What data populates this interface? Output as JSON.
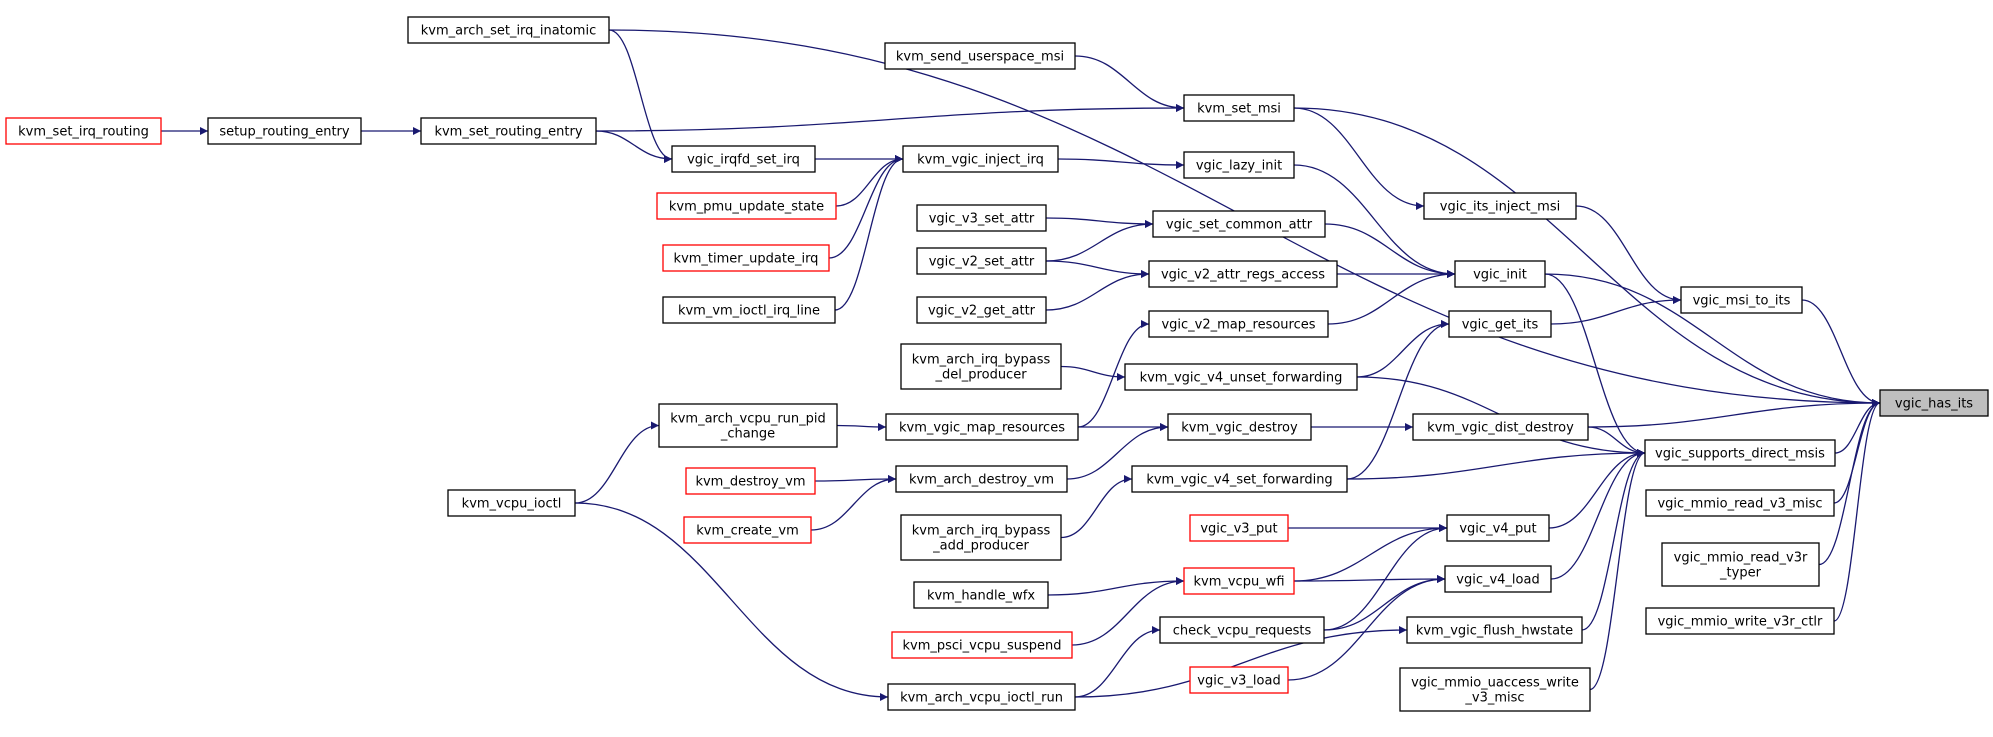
{
  "colors": {
    "edge": "#191970",
    "node_border": "#000000",
    "truncated_node_border": "#ff0000",
    "selected_node_fill": "#bfbfbf",
    "background": "#ffffff"
  },
  "nodes": {
    "n_kvm_arch_set_irq_inatomic": {
      "lines": [
        "kvm_arch_set_irq_inatomic"
      ],
      "style": "normal"
    },
    "n_kvm_send_userspace_msi": {
      "lines": [
        "kvm_send_userspace_msi"
      ],
      "style": "normal"
    },
    "n_kvm_set_msi": {
      "lines": [
        "kvm_set_msi"
      ],
      "style": "normal"
    },
    "n_kvm_set_irq_routing": {
      "lines": [
        "kvm_set_irq_routing"
      ],
      "style": "red"
    },
    "n_setup_routing_entry": {
      "lines": [
        "setup_routing_entry"
      ],
      "style": "normal"
    },
    "n_kvm_set_routing_entry": {
      "lines": [
        "kvm_set_routing_entry"
      ],
      "style": "normal"
    },
    "n_vgic_irqfd_set_irq": {
      "lines": [
        "vgic_irqfd_set_irq"
      ],
      "style": "normal"
    },
    "n_kvm_vgic_inject_irq": {
      "lines": [
        "kvm_vgic_inject_irq"
      ],
      "style": "normal"
    },
    "n_vgic_lazy_init": {
      "lines": [
        "vgic_lazy_init"
      ],
      "style": "normal"
    },
    "n_vgic_its_inject_msi": {
      "lines": [
        "vgic_its_inject_msi"
      ],
      "style": "normal"
    },
    "n_kvm_pmu_update_state": {
      "lines": [
        "kvm_pmu_update_state"
      ],
      "style": "red"
    },
    "n_vgic_v3_set_attr": {
      "lines": [
        "vgic_v3_set_attr"
      ],
      "style": "normal"
    },
    "n_vgic_set_common_attr": {
      "lines": [
        "vgic_set_common_attr"
      ],
      "style": "normal"
    },
    "n_kvm_timer_update_irq": {
      "lines": [
        "kvm_timer_update_irq"
      ],
      "style": "red"
    },
    "n_vgic_v2_set_attr": {
      "lines": [
        "vgic_v2_set_attr"
      ],
      "style": "normal"
    },
    "n_vgic_v2_attr_regs_access": {
      "lines": [
        "vgic_v2_attr_regs_access"
      ],
      "style": "normal"
    },
    "n_vgic_init": {
      "lines": [
        "vgic_init"
      ],
      "style": "normal"
    },
    "n_vgic_msi_to_its": {
      "lines": [
        "vgic_msi_to_its"
      ],
      "style": "normal"
    },
    "n_kvm_vm_ioctl_irq_line": {
      "lines": [
        "kvm_vm_ioctl_irq_line"
      ],
      "style": "normal"
    },
    "n_vgic_v2_get_attr": {
      "lines": [
        "vgic_v2_get_attr"
      ],
      "style": "normal"
    },
    "n_vgic_v2_map_resources": {
      "lines": [
        "vgic_v2_map_resources"
      ],
      "style": "normal"
    },
    "n_vgic_get_its": {
      "lines": [
        "vgic_get_its"
      ],
      "style": "normal"
    },
    "n_kvm_arch_irq_bypass_del_producer": {
      "lines": [
        "kvm_arch_irq_bypass",
        "_del_producer"
      ],
      "style": "normal"
    },
    "n_kvm_vgic_v4_unset_forwarding": {
      "lines": [
        "kvm_vgic_v4_unset_forwarding"
      ],
      "style": "normal"
    },
    "n_vgic_has_its": {
      "lines": [
        "vgic_has_its"
      ],
      "style": "selected"
    },
    "n_kvm_arch_vcpu_run_pid_change": {
      "lines": [
        "kvm_arch_vcpu_run_pid",
        "_change"
      ],
      "style": "normal"
    },
    "n_kvm_vgic_map_resources": {
      "lines": [
        "kvm_vgic_map_resources"
      ],
      "style": "normal"
    },
    "n_kvm_vgic_destroy": {
      "lines": [
        "kvm_vgic_destroy"
      ],
      "style": "normal"
    },
    "n_kvm_vgic_dist_destroy": {
      "lines": [
        "kvm_vgic_dist_destroy"
      ],
      "style": "normal"
    },
    "n_vgic_supports_direct_msis": {
      "lines": [
        "vgic_supports_direct_msis"
      ],
      "style": "normal"
    },
    "n_kvm_destroy_vm": {
      "lines": [
        "kvm_destroy_vm"
      ],
      "style": "red"
    },
    "n_kvm_arch_destroy_vm": {
      "lines": [
        "kvm_arch_destroy_vm"
      ],
      "style": "normal"
    },
    "n_kvm_vgic_v4_set_forwarding": {
      "lines": [
        "kvm_vgic_v4_set_forwarding"
      ],
      "style": "normal"
    },
    "n_kvm_vcpu_ioctl": {
      "lines": [
        "kvm_vcpu_ioctl"
      ],
      "style": "normal"
    },
    "n_vgic_mmio_read_v3_misc": {
      "lines": [
        "vgic_mmio_read_v3_misc"
      ],
      "style": "normal"
    },
    "n_kvm_create_vm": {
      "lines": [
        "kvm_create_vm"
      ],
      "style": "red"
    },
    "n_kvm_arch_irq_bypass_add_producer": {
      "lines": [
        "kvm_arch_irq_bypass",
        "_add_producer"
      ],
      "style": "normal"
    },
    "n_vgic_v3_put": {
      "lines": [
        "vgic_v3_put"
      ],
      "style": "red"
    },
    "n_vgic_v4_put": {
      "lines": [
        "vgic_v4_put"
      ],
      "style": "normal"
    },
    "n_vgic_mmio_read_v3r_typer": {
      "lines": [
        "vgic_mmio_read_v3r",
        "_typer"
      ],
      "style": "normal"
    },
    "n_kvm_handle_wfx": {
      "lines": [
        "kvm_handle_wfx"
      ],
      "style": "normal"
    },
    "n_kvm_vcpu_wfi": {
      "lines": [
        "kvm_vcpu_wfi"
      ],
      "style": "red"
    },
    "n_vgic_v4_load": {
      "lines": [
        "vgic_v4_load"
      ],
      "style": "normal"
    },
    "n_vgic_mmio_write_v3r_ctlr": {
      "lines": [
        "vgic_mmio_write_v3r_ctlr"
      ],
      "style": "normal"
    },
    "n_check_vcpu_requests": {
      "lines": [
        "check_vcpu_requests"
      ],
      "style": "normal"
    },
    "n_kvm_vgic_flush_hwstate": {
      "lines": [
        "kvm_vgic_flush_hwstate"
      ],
      "style": "normal"
    },
    "n_kvm_psci_vcpu_suspend": {
      "lines": [
        "kvm_psci_vcpu_suspend"
      ],
      "style": "red"
    },
    "n_vgic_v3_load": {
      "lines": [
        "vgic_v3_load"
      ],
      "style": "red"
    },
    "n_vgic_mmio_uaccess_write_v3_misc": {
      "lines": [
        "vgic_mmio_uaccess_write",
        "_v3_misc"
      ],
      "style": "normal"
    },
    "n_kvm_arch_vcpu_ioctl_run": {
      "lines": [
        "kvm_arch_vcpu_ioctl_run"
      ],
      "style": "normal"
    }
  },
  "edges": [
    [
      "n_kvm_set_irq_routing",
      "n_setup_routing_entry"
    ],
    [
      "n_setup_routing_entry",
      "n_kvm_set_routing_entry"
    ],
    [
      "n_kvm_set_routing_entry",
      "n_vgic_irqfd_set_irq"
    ],
    [
      "n_kvm_arch_set_irq_inatomic",
      "n_vgic_irqfd_set_irq"
    ],
    [
      "n_kvm_arch_set_irq_inatomic",
      "n_vgic_has_its"
    ],
    [
      "n_kvm_send_userspace_msi",
      "n_kvm_set_msi"
    ],
    [
      "n_kvm_set_routing_entry",
      "n_kvm_set_msi"
    ],
    [
      "n_kvm_set_msi",
      "n_vgic_its_inject_msi"
    ],
    [
      "n_kvm_set_msi",
      "n_vgic_has_its"
    ],
    [
      "n_vgic_irqfd_set_irq",
      "n_kvm_vgic_inject_irq"
    ],
    [
      "n_kvm_pmu_update_state",
      "n_kvm_vgic_inject_irq"
    ],
    [
      "n_kvm_timer_update_irq",
      "n_kvm_vgic_inject_irq"
    ],
    [
      "n_kvm_vm_ioctl_irq_line",
      "n_kvm_vgic_inject_irq"
    ],
    [
      "n_kvm_vgic_inject_irq",
      "n_vgic_lazy_init"
    ],
    [
      "n_vgic_lazy_init",
      "n_vgic_init"
    ],
    [
      "n_vgic_v3_set_attr",
      "n_vgic_set_common_attr"
    ],
    [
      "n_vgic_v2_set_attr",
      "n_vgic_set_common_attr"
    ],
    [
      "n_vgic_v2_set_attr",
      "n_vgic_v2_attr_regs_access"
    ],
    [
      "n_vgic_v2_get_attr",
      "n_vgic_v2_attr_regs_access"
    ],
    [
      "n_vgic_set_common_attr",
      "n_vgic_init"
    ],
    [
      "n_vgic_v2_attr_regs_access",
      "n_vgic_init"
    ],
    [
      "n_vgic_v2_map_resources",
      "n_vgic_init"
    ],
    [
      "n_vgic_its_inject_msi",
      "n_vgic_msi_to_its"
    ],
    [
      "n_vgic_get_its",
      "n_vgic_msi_to_its"
    ],
    [
      "n_vgic_msi_to_its",
      "n_vgic_has_its"
    ],
    [
      "n_vgic_init",
      "n_vgic_has_its"
    ],
    [
      "n_vgic_init",
      "n_vgic_supports_direct_msis"
    ],
    [
      "n_kvm_vgic_v4_unset_forwarding",
      "n_vgic_get_its"
    ],
    [
      "n_kvm_vgic_v4_set_forwarding",
      "n_vgic_get_its"
    ],
    [
      "n_kvm_arch_irq_bypass_del_producer",
      "n_kvm_vgic_v4_unset_forwarding"
    ],
    [
      "n_kvm_arch_irq_bypass_add_producer",
      "n_kvm_vgic_v4_set_forwarding"
    ],
    [
      "n_kvm_vgic_v4_unset_forwarding",
      "n_vgic_supports_direct_msis"
    ],
    [
      "n_kvm_vgic_v4_set_forwarding",
      "n_vgic_supports_direct_msis"
    ],
    [
      "n_kvm_vcpu_ioctl",
      "n_kvm_arch_vcpu_run_pid_change"
    ],
    [
      "n_kvm_vcpu_ioctl",
      "n_kvm_arch_vcpu_ioctl_run"
    ],
    [
      "n_kvm_arch_vcpu_run_pid_change",
      "n_kvm_vgic_map_resources"
    ],
    [
      "n_kvm_vgic_map_resources",
      "n_vgic_v2_map_resources"
    ],
    [
      "n_kvm_vgic_map_resources",
      "n_kvm_vgic_destroy"
    ],
    [
      "n_kvm_destroy_vm",
      "n_kvm_arch_destroy_vm"
    ],
    [
      "n_kvm_create_vm",
      "n_kvm_arch_destroy_vm"
    ],
    [
      "n_kvm_arch_destroy_vm",
      "n_kvm_vgic_destroy"
    ],
    [
      "n_kvm_vgic_destroy",
      "n_kvm_vgic_dist_destroy"
    ],
    [
      "n_kvm_vgic_dist_destroy",
      "n_vgic_has_its"
    ],
    [
      "n_kvm_vgic_dist_destroy",
      "n_vgic_supports_direct_msis"
    ],
    [
      "n_vgic_supports_direct_msis",
      "n_vgic_has_its"
    ],
    [
      "n_vgic_mmio_read_v3_misc",
      "n_vgic_has_its"
    ],
    [
      "n_vgic_mmio_read_v3r_typer",
      "n_vgic_has_its"
    ],
    [
      "n_vgic_mmio_write_v3r_ctlr",
      "n_vgic_has_its"
    ],
    [
      "n_vgic_v3_put",
      "n_vgic_v4_put"
    ],
    [
      "n_kvm_vcpu_wfi",
      "n_vgic_v4_put"
    ],
    [
      "n_kvm_vcpu_wfi",
      "n_vgic_v4_load"
    ],
    [
      "n_kvm_handle_wfx",
      "n_kvm_vcpu_wfi"
    ],
    [
      "n_kvm_psci_vcpu_suspend",
      "n_kvm_vcpu_wfi"
    ],
    [
      "n_check_vcpu_requests",
      "n_vgic_v4_put"
    ],
    [
      "n_check_vcpu_requests",
      "n_vgic_v4_load"
    ],
    [
      "n_vgic_v3_load",
      "n_vgic_v4_load"
    ],
    [
      "n_vgic_v4_put",
      "n_vgic_supports_direct_msis"
    ],
    [
      "n_vgic_v4_load",
      "n_vgic_supports_direct_msis"
    ],
    [
      "n_kvm_vgic_flush_hwstate",
      "n_vgic_supports_direct_msis"
    ],
    [
      "n_vgic_mmio_uaccess_write_v3_misc",
      "n_vgic_supports_direct_msis"
    ],
    [
      "n_kvm_arch_vcpu_ioctl_run",
      "n_check_vcpu_requests"
    ],
    [
      "n_kvm_arch_vcpu_ioctl_run",
      "n_kvm_vgic_flush_hwstate"
    ]
  ]
}
